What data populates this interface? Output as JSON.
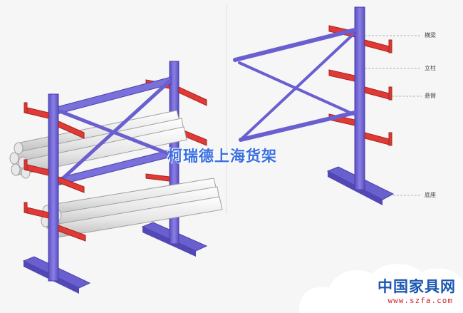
{
  "watermark": "柯瑞德上海货架",
  "labels": {
    "crossbeam": "横梁",
    "column": "立柱",
    "arm": "悬臂",
    "base": "底座"
  },
  "brand": {
    "name": "中国家具网",
    "url": "www.szfa.com"
  },
  "colors": {
    "column": "#7165d4",
    "arm": "#e03a36",
    "pipe": "#eeeeee",
    "callout_line": "#9a9a9a",
    "brand": "#1a56b0",
    "site": "#d0232a"
  }
}
